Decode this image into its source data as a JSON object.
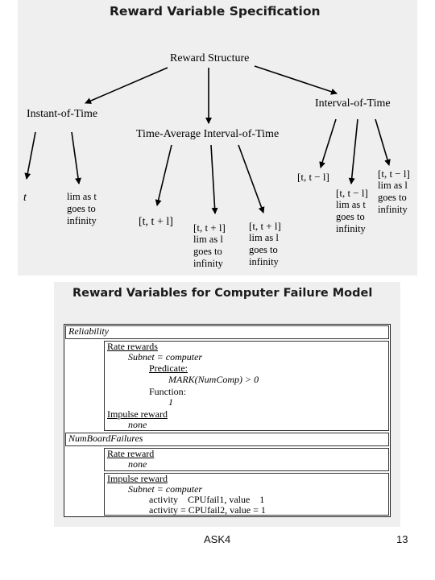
{
  "slide1": {
    "title": "Reward Variable Specification",
    "root": "Reward Structure",
    "instant": "Instant-of-Time",
    "time_average": "Time-Average Interval-of-Time",
    "interval": "Interval-of-Time",
    "leaves": {
      "instant_t": "t",
      "instant_lim_l1": "lim as t",
      "instant_lim_l2": "goes to",
      "instant_lim_l3": "infinity",
      "ta_range": "[t, t + l]",
      "ta_lim_range": "[t, t + l]",
      "ta_lim_l1": "lim as l",
      "ta_lim_l2": "goes to",
      "ta_lim_l3": "infinity",
      "ta_lim2_range": "[t, t + l]",
      "ta_lim2_l1": "lim as l",
      "ta_lim2_l2": "goes to",
      "ta_lim2_l3": "infinity",
      "iv_range1": "[t, t − l]",
      "iv_range2": "[t, t − l]",
      "iv_lim1_l1": "lim as t",
      "iv_lim1_l2": "goes to",
      "iv_lim1_l3": "infinity",
      "iv_range3": "[t, t − l]",
      "iv_lim2_l1": "lim as l",
      "iv_lim2_l2": "goes to",
      "iv_lim2_l3": "infinity"
    }
  },
  "slide2": {
    "title": "Reward Variables for Computer Failure Model",
    "var1": {
      "name": "Reliability",
      "rate_rewards": "Rate rewards",
      "subnet": "Subnet = computer",
      "predicate_label": "Predicate:",
      "predicate": "MARK(NumComp) > 0",
      "function_label": "Function:",
      "function": "1",
      "impulse_reward": "Impulse reward",
      "impulse_value": "none"
    },
    "var2": {
      "name": "NumBoardFailures",
      "rate_reward": "Rate reward",
      "rate_value": "none",
      "impulse_reward": "Impulse reward",
      "subnet": "Subnet = computer",
      "activity1": "activity    CPUfail1, value    1",
      "activity2": "activity = CPUfail2, value = 1"
    }
  },
  "footer": {
    "label": "ASK4",
    "page": "13"
  }
}
